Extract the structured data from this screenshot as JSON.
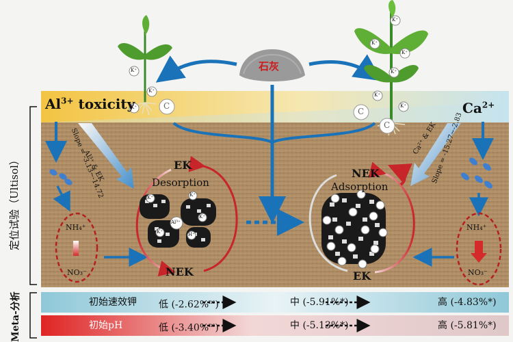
{
  "top": {
    "lime_label": "石灰",
    "al_label": "Al",
    "al_sup": "3+",
    "al_suffix": " toxicity",
    "ca_label": "Ca",
    "ca_sup": "2+",
    "al_arrow_label": "Al³⁺ & EK",
    "al_slope": "Slope = -3.13~-14.72",
    "ca_arrow_label": "Ca²⁺ & EK",
    "ca_slope": "Slope = -15.27~-2.83"
  },
  "left_cycle": {
    "top": "EK",
    "process": "Desorption",
    "bottom": "NEK",
    "ion_k": "K⁺",
    "ion_al": "Al³⁺",
    "ion_h": "H⁺",
    "nh4": "NH₄⁺",
    "no3": "NO₃⁻"
  },
  "right_cycle": {
    "top": "NEK",
    "process": "Adsorption",
    "bottom": "EK",
    "ion_k": "K⁺",
    "nh4": "NH₄⁺",
    "no3": "NO₃⁻"
  },
  "plant_ion": "K⁺",
  "plant_c": "C",
  "side_labels": {
    "ultisol": "定位试验（Ultisol）",
    "meta": "Meta-分析"
  },
  "rows": [
    {
      "label": "初始速效钾",
      "low": "低 (-2.62%",
      "low_sup": "ns",
      "low_close": ")",
      "mid": "中 (-5.91%*)",
      "high": "高 (-4.83%*)"
    },
    {
      "label": "初始pH",
      "low": "低 (-3.40%",
      "low_sup": "ns",
      "low_close": ")",
      "mid": "中 (-5.13%*)",
      "high": "高 (-5.81%*)"
    }
  ],
  "colors": {
    "arrow_blue": "#1a72b8",
    "cycle_red": "#c8252b",
    "soil": "#b39066",
    "band1_left": "#8fc8d8",
    "band2_left": "#e02424"
  }
}
